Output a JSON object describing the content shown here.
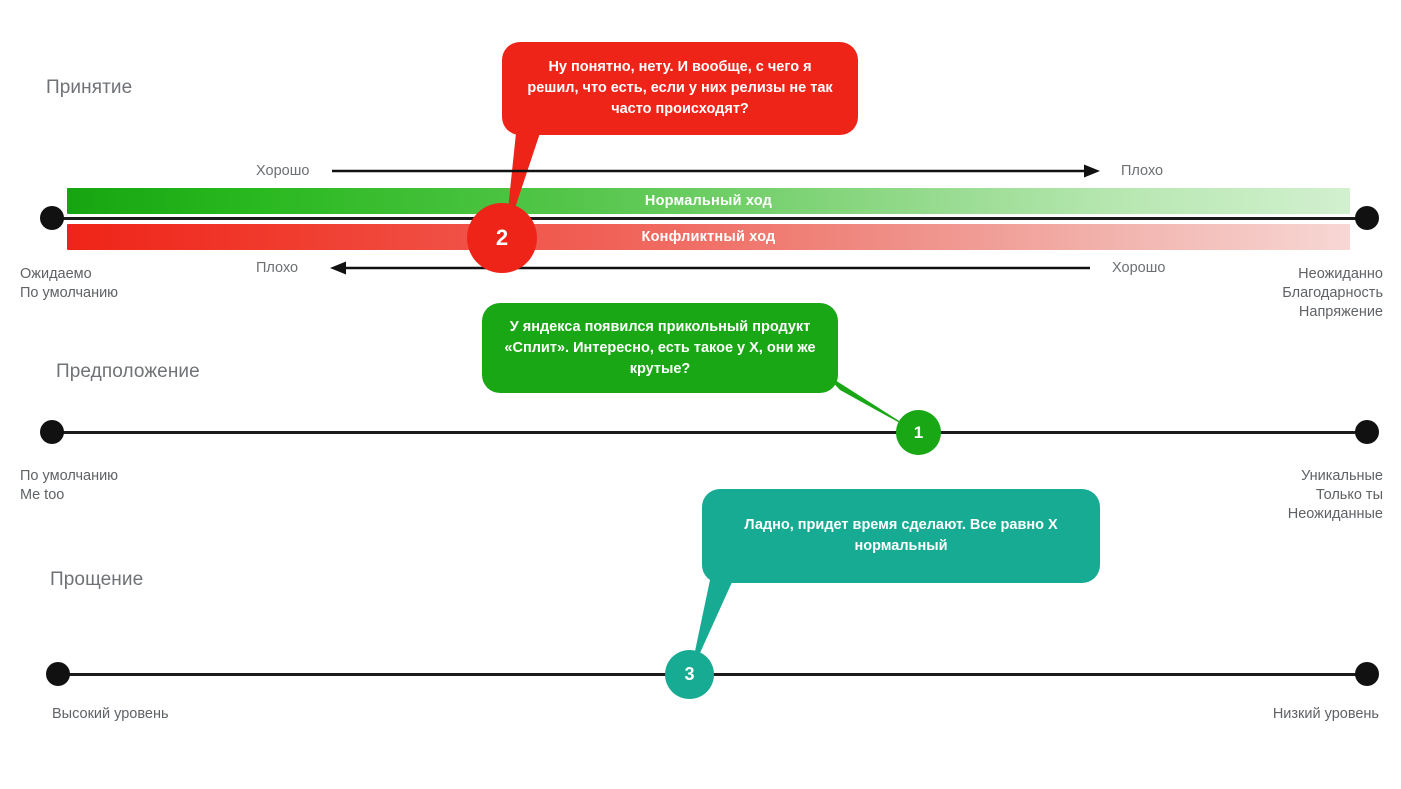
{
  "page": {
    "background": "#ffffff",
    "text_color": "#5f6266"
  },
  "colors": {
    "red": "#ef2418",
    "green": "#19a716",
    "teal": "#16ab92",
    "axis": "#111111",
    "label": "#5f6266"
  },
  "sections": [
    {
      "id": "acceptance",
      "title": "Принятие",
      "left_caption": [
        "Ожидаемо",
        "По умолчанию"
      ],
      "right_caption": [
        "Неожиданно",
        "Благодарность",
        "Напряжение"
      ],
      "bars": [
        {
          "id": "normal",
          "label": "Нормальный ход",
          "color": "green"
        },
        {
          "id": "conflict",
          "label": "Конфликтный ход",
          "color": "red"
        }
      ],
      "top_arrow": {
        "start_label": "Хорошо",
        "end_label": "Плохо",
        "direction": "right"
      },
      "bottom_arrow": {
        "start_label": "Плохо",
        "end_label": "Хорошо",
        "direction": "left"
      },
      "marker": {
        "number": "2",
        "color": "red"
      }
    },
    {
      "id": "assumption",
      "title": "Предположение",
      "left_caption": [
        "По умолчанию",
        "Me too"
      ],
      "right_caption": [
        "Уникальные",
        "Только ты",
        "Неожиданные"
      ],
      "marker": {
        "number": "1",
        "color": "green"
      }
    },
    {
      "id": "forgiveness",
      "title": "Прощение",
      "left_caption": [
        "Высокий уровень"
      ],
      "right_caption": [
        "Низкий уровень"
      ],
      "marker": {
        "number": "3",
        "color": "teal"
      }
    }
  ],
  "bubbles": [
    {
      "id": "bubble-red",
      "color": "red",
      "text": "Ну понятно, нету. И вообще, с чего я решил, что есть, если у них релизы не так часто происходят?"
    },
    {
      "id": "bubble-green",
      "color": "green",
      "text": "У яндекса появился прикольный продукт «Сплит». Интересно, есть такое у X, они же крутые?"
    },
    {
      "id": "bubble-teal",
      "color": "teal",
      "text": "Ладно, придет время сделают. Все равно X нормальный"
    }
  ]
}
